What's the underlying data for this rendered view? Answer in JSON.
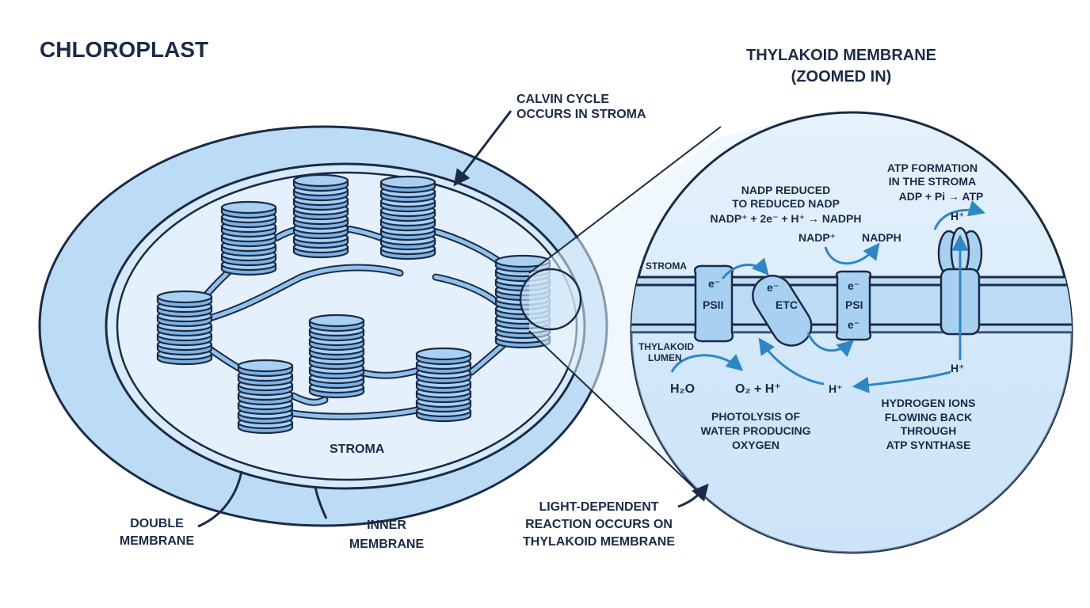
{
  "title": "CHLOROPLAST",
  "zoom_title": [
    "THYLAKOID MEMBRANE",
    "(ZOOMED IN)"
  ],
  "labels": {
    "calvin": [
      "CALVIN CYCLE",
      "OCCURS IN STROMA"
    ],
    "stroma": "STROMA",
    "double_membrane": [
      "DOUBLE",
      "MEMBRANE"
    ],
    "inner_membrane": [
      "INNER",
      "MEMBRANE"
    ],
    "light_dependent": [
      "LIGHT-DEPENDENT",
      "REACTION OCCURS ON",
      "THYLAKOID MEMBRANE"
    ]
  },
  "zoom": {
    "stroma_label": "STROMA",
    "lumen_label": [
      "THYLAKOID",
      "LUMEN"
    ],
    "psii": "PSII",
    "etc": "ETC",
    "psi": "PSI",
    "electron": "e⁻",
    "nadp_reduced": [
      "NADP REDUCED",
      "TO REDUCED NADP",
      "NADP⁺ + 2e⁻ + H⁺ → NADPH"
    ],
    "nadp_plus": "NADP⁺",
    "nadph": "NADPH",
    "atp_formation": [
      "ATP FORMATION",
      "IN THE STROMA",
      "ADP + Pi → ATP"
    ],
    "h_plus": "H⁺",
    "h2o": "H₂O",
    "o2_h": "O₂ + H⁺",
    "photolysis": [
      "PHOTOLYSIS OF",
      "WATER PRODUCING",
      "OXYGEN"
    ],
    "hydrogen_ions": [
      "HYDROGEN IONS",
      "FLOWING BACK",
      "THROUGH",
      "ATP SYNTHASE"
    ]
  },
  "colors": {
    "outline": "#1b2a47",
    "outer_fill": "#bcdcf5",
    "stroma_fill": "#e4f1fc",
    "granum": "#8fc1ec",
    "arrow": "#2f86c4"
  }
}
